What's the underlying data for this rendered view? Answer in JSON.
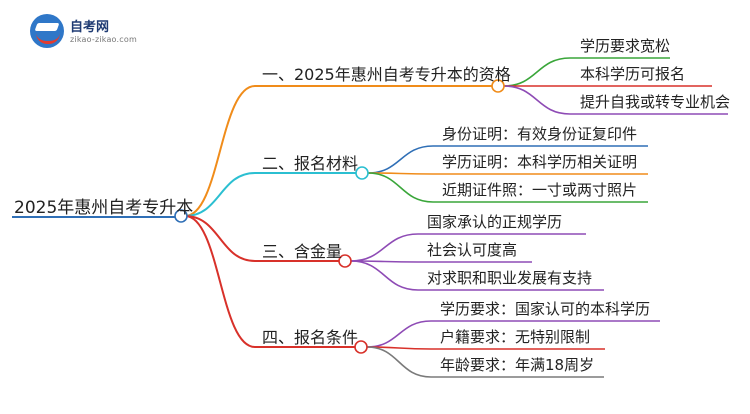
{
  "logo": {
    "title": "自考网",
    "subtitle": "zikao-zikao.com",
    "colors": {
      "blue": "#2f77c8",
      "red": "#e33b2f"
    }
  },
  "mindmap": {
    "root": {
      "label": "2025年惠州自考专升本"
    },
    "branches": [
      {
        "label": "一、2025年惠州自考专升本的资格",
        "color": "#f08c1a",
        "children": [
          {
            "label": "学历要求宽松",
            "color": "#3aa63a"
          },
          {
            "label": "本科学历可报名",
            "color": "#d8312a"
          },
          {
            "label": "提升自我或转专业机会",
            "color": "#8e4bb5"
          }
        ]
      },
      {
        "label": "二、报名材料",
        "color": "#2bbfd1",
        "children": [
          {
            "label": "身份证明：有效身份证复印件",
            "color": "#2f6fb6"
          },
          {
            "label": "学历证明：本科学历相关证明",
            "color": "#f08c1a"
          },
          {
            "label": "近期证件照：一寸或两寸照片",
            "color": "#3aa63a"
          }
        ]
      },
      {
        "label": "三、含金量",
        "color": "#d8312a",
        "children": [
          {
            "label": "国家承认的正规学历",
            "color": "#8e4bb5"
          },
          {
            "label": "社会认可度高",
            "color": "#8e4bb5"
          },
          {
            "label": "对求职和职业发展有支持",
            "color": "#8e4bb5"
          }
        ]
      },
      {
        "label": "四、报名条件",
        "color": "#d8312a",
        "children": [
          {
            "label": "学历要求：国家认可的本科学历",
            "color": "#8e4bb5"
          },
          {
            "label": "户籍要求：无特别限制",
            "color": "#d8312a"
          },
          {
            "label": "年龄要求：年满18周岁",
            "color": "#7a7a7a"
          }
        ]
      }
    ]
  }
}
